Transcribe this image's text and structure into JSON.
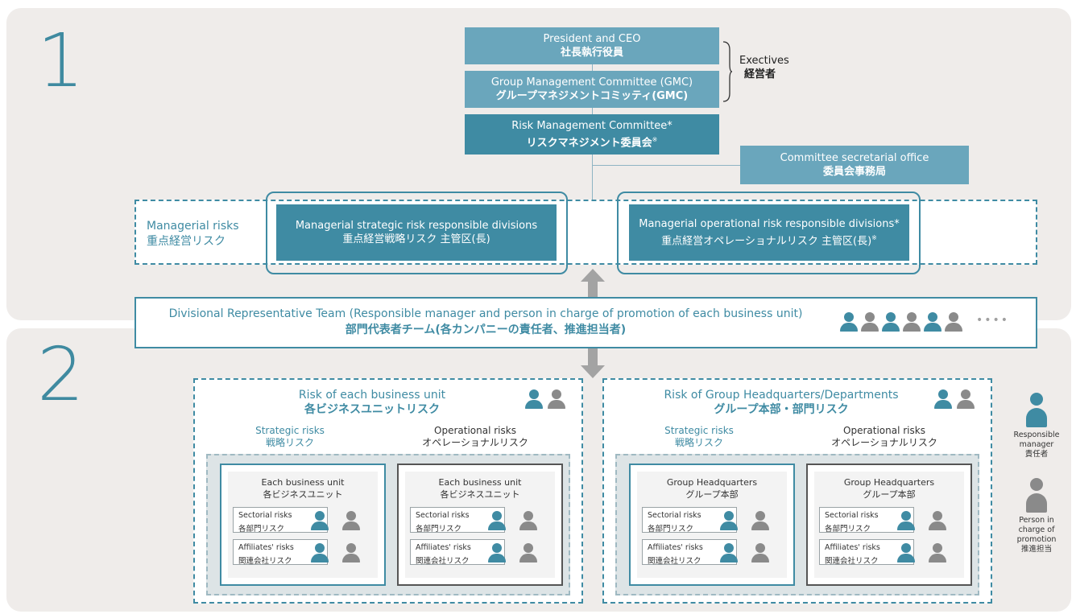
{
  "sections": {
    "one_label": "1",
    "two_label": "2"
  },
  "top": {
    "ceo": {
      "en": "President and CEO",
      "jp": "社長執行役員"
    },
    "gmc": {
      "en": "Group Management Committee (GMC)",
      "jp": "グループマネジメントコミッティ(GMC)"
    },
    "rmc": {
      "en": "Risk Management Committee*",
      "jp": "リスクマネジメント委員会",
      "mark": "※"
    },
    "execs": {
      "en": "Exectives",
      "jp": "経営者"
    },
    "secretariat": {
      "en": "Committee secretarial office",
      "jp": "委員会事務局"
    }
  },
  "managerial": {
    "label_en": "Managerial risks",
    "label_jp": "重点経営リスク",
    "strategic": {
      "en": "Managerial strategic risk responsible divisions",
      "jp": "重点経営戦略リスク 主管区(長)"
    },
    "operational": {
      "en": "Managerial operational risk responsible divisions*",
      "jp": "重点経営オペレーショナルリスク 主管区(長)",
      "mark": "※"
    }
  },
  "divisional": {
    "en": "Divisional Representative Team (Responsible manager and person in charge of promotion of each business unit)",
    "jp": "部門代表者チーム(各カンパニーの責任者、推進担当者)",
    "dots": "••••"
  },
  "units": [
    {
      "title_en": "Risk of each business unit",
      "title_jp": "各ビジネスユニットリスク",
      "strategic_en": "Strategic risks",
      "strategic_jp": "戦略リスク",
      "operational_en": "Operational risks",
      "operational_jp": "オペレーショナルリスク",
      "cards": [
        {
          "title_en": "Each business unit",
          "title_jp": "各ビジネスユニット",
          "rows": [
            {
              "en": "Sectorial risks",
              "jp": "各部門リスク"
            },
            {
              "en": "Affiliates' risks",
              "jp": "関連会社リスク"
            }
          ]
        },
        {
          "title_en": "Each business unit",
          "title_jp": "各ビジネスユニット",
          "rows": [
            {
              "en": "Sectorial risks",
              "jp": "各部門リスク"
            },
            {
              "en": "Affiliates' risks",
              "jp": "関連会社リスク"
            }
          ]
        }
      ]
    },
    {
      "title_en": "Risk of Group Headquarters/Departments",
      "title_jp": "グループ本部・部門リスク",
      "strategic_en": "Strategic risks",
      "strategic_jp": "戦略リスク",
      "operational_en": "Operational risks",
      "operational_jp": "オペレーショナルリスク",
      "cards": [
        {
          "title_en": "Group Headquarters",
          "title_jp": "グループ本部",
          "rows": [
            {
              "en": "Sectorial risks",
              "jp": "各部門リスク"
            },
            {
              "en": "Affiliates' risks",
              "jp": "関連会社リスク"
            }
          ]
        },
        {
          "title_en": "Group Headquarters",
          "title_jp": "グループ本部",
          "rows": [
            {
              "en": "Sectorial risks",
              "jp": "各部門リスク"
            },
            {
              "en": "Affiliates' risks",
              "jp": "関連会社リスク"
            }
          ]
        }
      ]
    }
  ],
  "legend": {
    "responsible": {
      "en1": "Responsible",
      "en2": "manager",
      "jp": "責任者"
    },
    "promotion": {
      "en1": "Person in",
      "en2": "charge of",
      "en3": "promotion",
      "jp": "推進担当"
    }
  },
  "colors": {
    "teal": "#3f8ba3",
    "light_teal": "#6aa6bc",
    "gray": "#8a8a8a",
    "panel": "#efecea"
  }
}
